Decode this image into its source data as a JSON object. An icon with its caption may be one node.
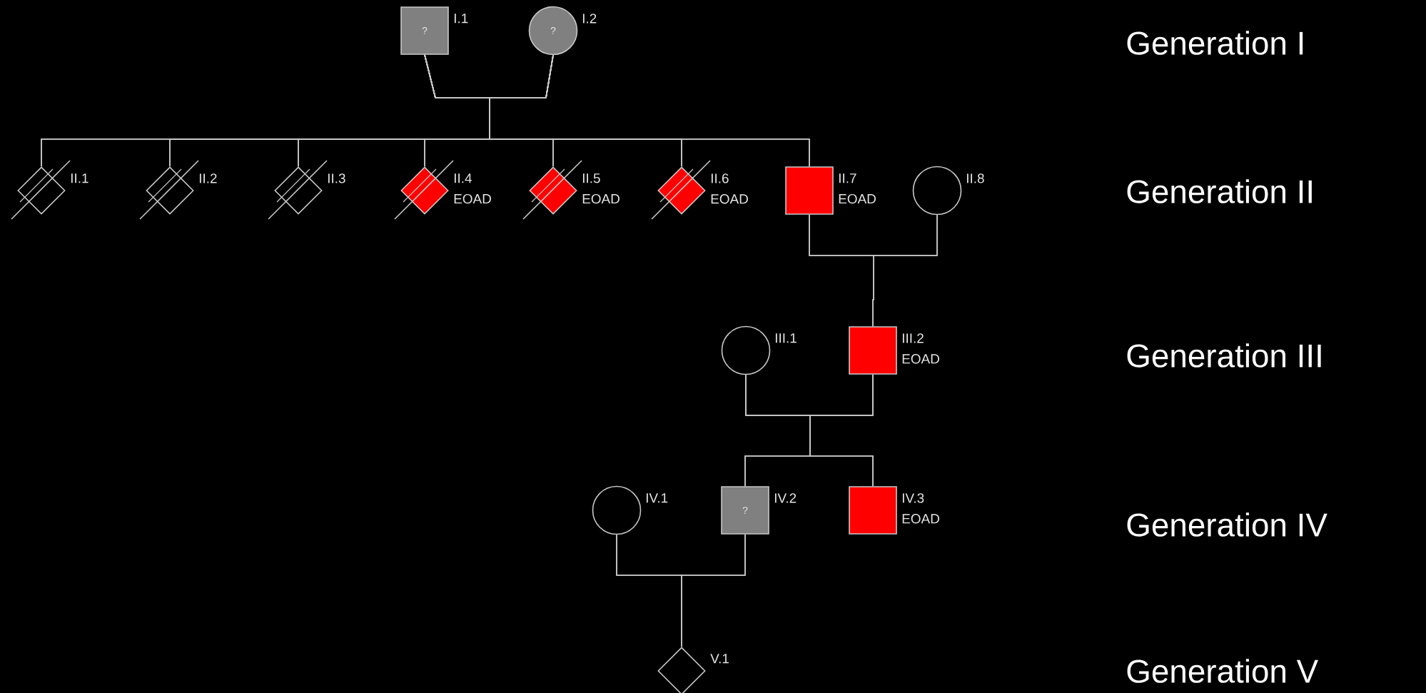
{
  "diagram": {
    "nodes": [
      {
        "text": [
          "?"
        ],
        "beside": [
          "I.1"
        ]
      },
      {
        "text": [
          "?"
        ],
        "beside": [
          "I.2"
        ]
      },
      {
        "text": [],
        "shape": "diamond",
        "beside": [
          "II.1"
        ]
      },
      {
        "text": [],
        "shape": "diamond",
        "beside": [
          "II.2"
        ]
      },
      {
        "text": [],
        "shape": "diamond",
        "beside": [
          "II.3"
        ]
      },
      {
        "text": [],
        "shape": "diamond",
        "beside": [
          "II.4",
          "EOAD"
        ]
      },
      {
        "text": [],
        "shape": "diamond",
        "beside": [
          "II.5",
          "EOAD"
        ]
      },
      {
        "text": [],
        "shape": "diamond",
        "beside": [
          "II.6",
          "EOAD"
        ]
      },
      {
        "text": [],
        "shape": "box",
        "beside": [
          "II.7",
          "EOAD"
        ]
      },
      {
        "text": [],
        "shape": "circle",
        "beside": [
          "II.8"
        ]
      },
      {
        "text": [],
        "shape": "circle",
        "beside": [
          "III.1"
        ]
      },
      {
        "text": [],
        "shape": "box",
        "beside": [
          "III.2",
          "EOAD"
        ]
      },
      {
        "text": [],
        "shape": "circle",
        "beside": [
          "IV.1"
        ]
      },
      {
        "text": [
          "?"
        ],
        "beside": [
          "IV.2"
        ]
      },
      {
        "text": [],
        "shape": "box",
        "beside": [
          "IV.3",
          "EOAD"
        ]
      },
      {
        "text": [],
        "shape": "diamond",
        "beside": [
          "V.1"
        ]
      }
    ],
    "edges": [
      {
        "from": 0,
        "to": 1,
        "arrow": "none"
      },
      {
        "from": 0,
        "to": 2,
        "arrow": "none"
      },
      {
        "from": 0,
        "to": 3,
        "arrow": "none"
      },
      {
        "from": 0,
        "to": 4,
        "arrow": "none"
      },
      {
        "from": 0,
        "to": 5,
        "arrow": "none"
      },
      {
        "from": 0,
        "to": 6,
        "arrow": "none"
      },
      {
        "from": 0,
        "to": 7,
        "arrow": "none"
      },
      {
        "from": 0,
        "to": 8,
        "arrow": "none"
      },
      {
        "from": 1,
        "to": 2,
        "arrow": "none"
      },
      {
        "from": 1,
        "to": 3,
        "arrow": "none"
      },
      {
        "from": 1,
        "to": 4,
        "arrow": "none"
      },
      {
        "from": 1,
        "to": 5,
        "arrow": "none"
      },
      {
        "from": 1,
        "to": 6,
        "arrow": "none"
      },
      {
        "from": 1,
        "to": 7,
        "arrow": "none"
      },
      {
        "from": 1,
        "to": 8,
        "arrow": "none"
      },
      {
        "from": 8,
        "to": 9,
        "arrow": "none"
      },
      {
        "from": 8,
        "to": 11,
        "arrow": "none"
      },
      {
        "from": 9,
        "to": 11,
        "arrow": "none"
      },
      {
        "from": 10,
        "to": 11,
        "arrow": "none"
      },
      {
        "from": 10,
        "to": 13,
        "arrow": "none"
      },
      {
        "from": 10,
        "to": 14,
        "arrow": "none"
      },
      {
        "from": 11,
        "to": 13,
        "arrow": "none"
      },
      {
        "from": 11,
        "to": 14,
        "arrow": "none"
      },
      {
        "from": 12,
        "to": 13,
        "arrow": "none"
      },
      {
        "from": 12,
        "to": 15,
        "arrow": "none"
      },
      {
        "from": 13,
        "to": 15,
        "arrow": "none"
      }
    ],
    "labels": [
      "Generation I",
      "Generation II",
      "Generation III",
      "Generation IV",
      "Generation V"
    ]
  }
}
